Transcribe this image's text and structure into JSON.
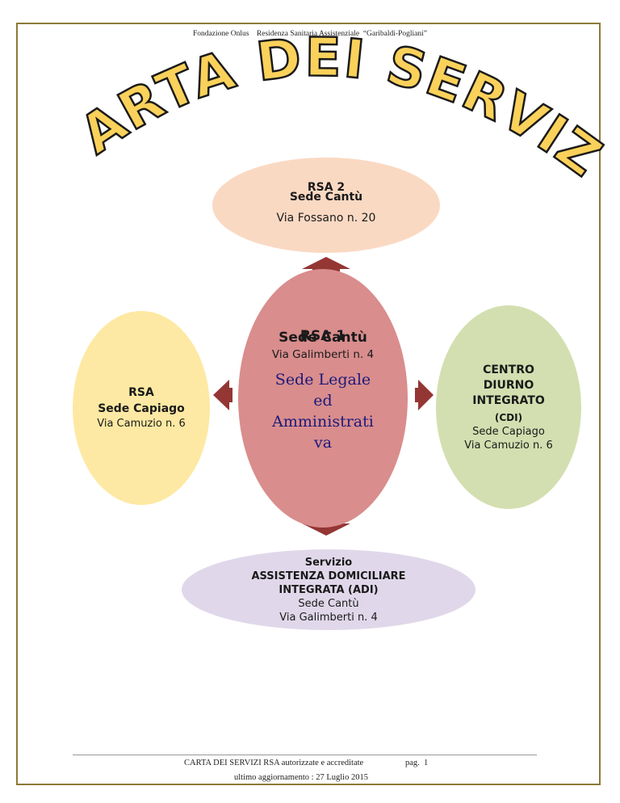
{
  "header": {
    "text": "Fondazione Onlus    Residenza Sanitaria Assistenziale  “Garibaldi-Pogliani”"
  },
  "title": {
    "text": "CARTA DEI SERVIZI"
  },
  "colors": {
    "title_fill": "#fad15a",
    "title_stroke": "#1a1a1a",
    "arrow": "#943634",
    "border": "#8c7a38"
  },
  "rsa2": {
    "line1": "RSA  2",
    "line2": "Sede  Cantù",
    "address": "Via Fossano n. 20"
  },
  "rsa_capiago": {
    "line1": "RSA",
    "line2": "Sede  Capiago",
    "address": "Via Camuzio n. 6"
  },
  "rsa1": {
    "line1": "RSA  1",
    "line2": "Sede  Cantù",
    "address": "Via Galimberti n. 4",
    "legal1": "Sede Legale",
    "legal2": "ed",
    "legal3": "Amministrati",
    "legal4": "va"
  },
  "cdi": {
    "line1": "CENTRO",
    "line2": "DIURNO",
    "line3": "INTEGRATO",
    "abbr": "(CDI)",
    "sede": "Sede  Capiago",
    "address": "Via Camuzio n. 6"
  },
  "adi": {
    "line1": "Servizio",
    "line2": "ASSISTENZA DOMICILIARE",
    "line3": "INTEGRATA (ADI)",
    "sede": "Sede Cantù",
    "address": "Via Galimberti n. 4"
  },
  "footer": {
    "doc_title": "CARTA DEI SERVIZI RSA autorizzate e accreditate",
    "page": "pag.  1",
    "updated": "ultimo aggiornamento : 27 Luglio 2015"
  }
}
